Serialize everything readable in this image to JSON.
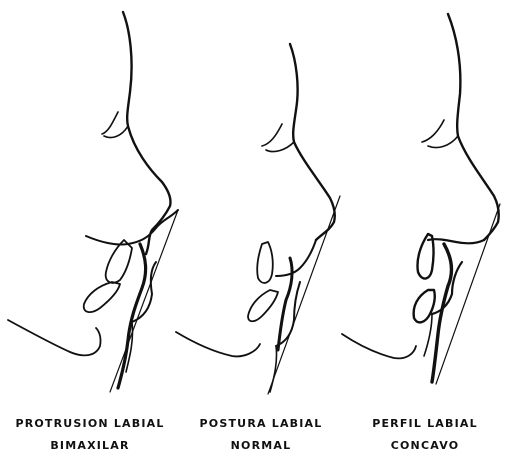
{
  "panels": [
    {
      "line1": "PROTRUSION LABIAL",
      "line2": "BIMAXILAR"
    },
    {
      "line1": "POSTURA LABIAL",
      "line2": "NORMAL"
    },
    {
      "line1": "PERFIL LABIAL",
      "line2": "CONCAVO"
    }
  ],
  "colors": {
    "ink": "#111111",
    "background": "#ffffff"
  }
}
